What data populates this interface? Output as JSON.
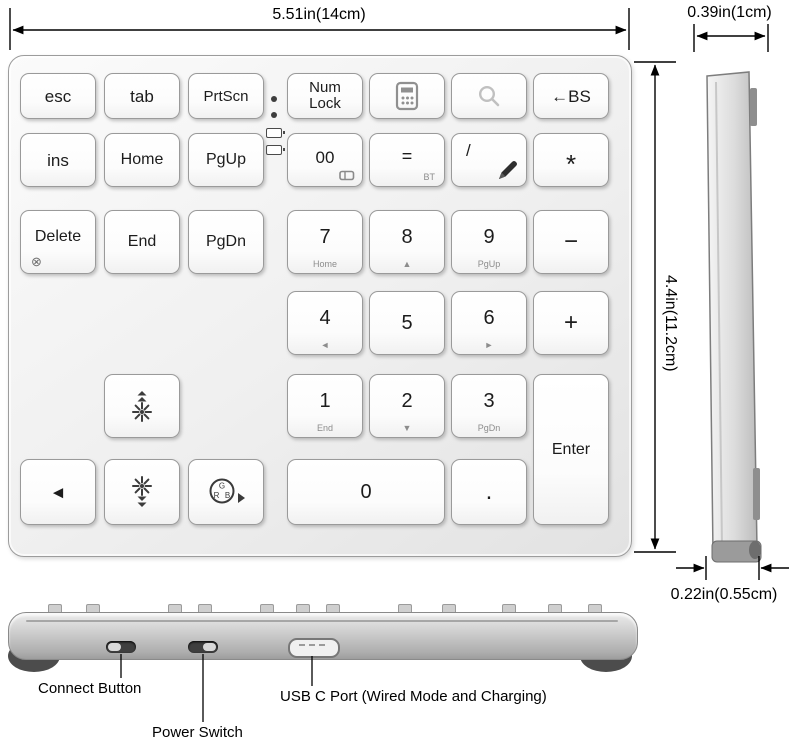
{
  "dimensions": {
    "width_label": "5.51in(14cm)",
    "depth_label": "0.39in(1cm)",
    "height_label": "4.4in(11.2cm)",
    "thickness_label": "0.22in(0.55cm)"
  },
  "callouts": {
    "connect_button": "Connect Button",
    "power_switch": "Power Switch",
    "usb_c_port": "USB C Port (Wired Mode and Charging)"
  },
  "keys": {
    "esc": {
      "label": "esc"
    },
    "tab": {
      "label": "tab"
    },
    "prtscn": {
      "label": "PrtScn"
    },
    "numlock": {
      "line1": "Num",
      "line2": "Lock"
    },
    "calc": {
      "icon": "calculator-icon"
    },
    "search": {
      "icon": "search-icon"
    },
    "backspace": {
      "label": "←BS"
    },
    "ins": {
      "label": "ins"
    },
    "home": {
      "label": "Home"
    },
    "pgup": {
      "label": "PgUp"
    },
    "double_zero": {
      "label": "00",
      "icon": "eraser-icon"
    },
    "equals": {
      "label": "=",
      "sub": "BT"
    },
    "slash": {
      "label": "/",
      "icon": "pen-icon"
    },
    "asterisk": {
      "label": "*"
    },
    "del": {
      "label": "Delete",
      "sub": "⊗"
    },
    "end": {
      "label": "End"
    },
    "pgdn": {
      "label": "PgDn"
    },
    "n7": {
      "label": "7",
      "sub": "Home"
    },
    "n8": {
      "label": "8",
      "sub": "▲"
    },
    "n9": {
      "label": "9",
      "sub": "PgUp"
    },
    "minus": {
      "label": "−"
    },
    "n4": {
      "label": "4",
      "sub": "◄"
    },
    "n5": {
      "label": "5"
    },
    "n6": {
      "label": "6",
      "sub": "►"
    },
    "plus": {
      "label": "+"
    },
    "n1": {
      "label": "1",
      "sub": "End"
    },
    "n2": {
      "label": "2",
      "sub": "▼"
    },
    "n3": {
      "label": "3",
      "sub": "PgDn"
    },
    "enter": {
      "label": "Enter"
    },
    "n0": {
      "label": "0"
    },
    "decimal": {
      "label": "."
    },
    "arrow_left": {
      "label": "◄"
    },
    "backlight_up": {
      "icon": "backlight-up-icon"
    },
    "backlight_down": {
      "icon": "backlight-down-icon"
    },
    "rgb": {
      "icon": "rgb-circle-icon",
      "g": "G",
      "r": "R",
      "b": "B"
    }
  },
  "icons": [
    "calculator-icon",
    "search-icon",
    "pen-icon",
    "eraser-icon",
    "backlight-up-icon",
    "backlight-down-icon",
    "rgb-circle-icon",
    "led-indicator-dot",
    "battery-indicator-icon",
    "left-arrow-glyph",
    "delete-cross-glyph",
    "usb-c-port",
    "connect-switch",
    "power-switch"
  ],
  "colors": {
    "key_border": "#9a9a9a",
    "key_face": "#ffffff",
    "body_silver": "#e9e9e9",
    "sub_text": "#8c8c8c",
    "dimension_line": "#000000"
  }
}
